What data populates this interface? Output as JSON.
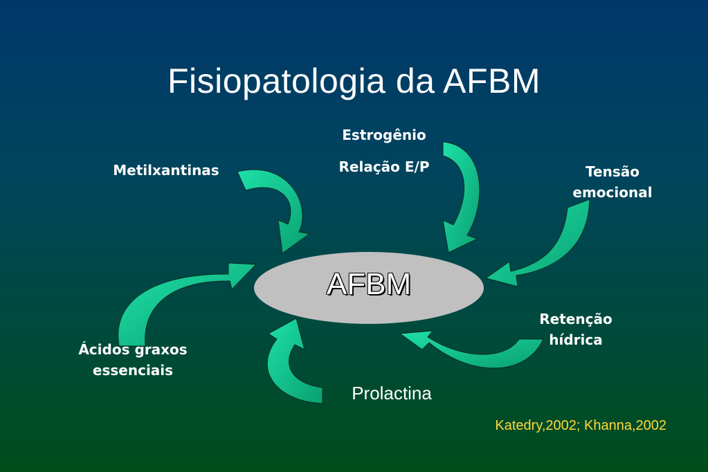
{
  "slide": {
    "title": "Fisiopatologia da AFBM",
    "citation": "Katedry,2002; Khanna,2002"
  },
  "diagram": {
    "center": {
      "label": "AFBM",
      "fill": "#c0c0c0"
    },
    "arrow_color": "#00c896",
    "inputs": [
      {
        "label_line1": "Estrogênio",
        "label_line2": "Relação E/P"
      },
      {
        "label": "Metilxantinas"
      },
      {
        "label_line1": "Tensão",
        "label_line2": "emocional"
      },
      {
        "label_line1": "Ácidos graxos",
        "label_line2": "essenciais"
      },
      {
        "label_line1": "Retenção",
        "label_line2": "hídrica"
      },
      {
        "label": "Prolactina"
      }
    ]
  }
}
